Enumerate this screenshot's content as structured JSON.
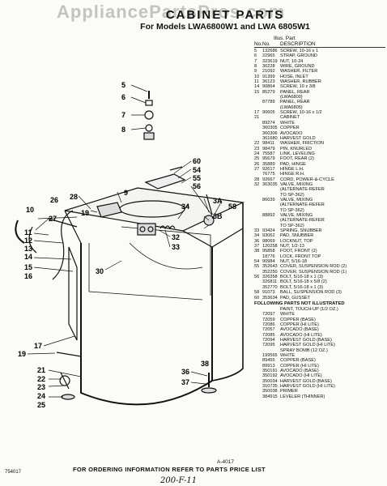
{
  "watermark": "AppliancePartsPros.com",
  "title": {
    "line1": "CABINET PARTS",
    "line2": "For Models LWA6800W1 and LWA 6805W1"
  },
  "table_header": {
    "illus_part": "Illus. Part",
    "no": "No.",
    "no2": "No.",
    "description": "DESCRIPTION"
  },
  "parts": [
    {
      "ref": "5",
      "pno": "132686",
      "desc": "SCREW, 10-16 x 1"
    },
    {
      "ref": "6",
      "pno": "22965",
      "desc": "STRAP, GROUND"
    },
    {
      "ref": "7",
      "pno": "323619",
      "desc": "NUT, 10-24"
    },
    {
      "ref": "8",
      "pno": "36228",
      "desc": "WIRE, GROUND"
    },
    {
      "ref": "9",
      "pno": "21092",
      "desc": "WASHER, FILTER"
    },
    {
      "ref": "10",
      "pno": "91399",
      "desc": "HOSE, INLET"
    },
    {
      "ref": "11",
      "pno": "36123",
      "desc": "WASHER, RUBBER"
    },
    {
      "ref": "14",
      "pno": "90864",
      "desc": "SCREW, 10 x 3/8"
    },
    {
      "ref": "15",
      "pno": "85279",
      "desc": "PANEL, REAR"
    },
    {
      "ref": "",
      "pno": "",
      "desc": "(LWA6800)"
    },
    {
      "ref": "",
      "pno": "87789",
      "desc": "PANEL, REAR"
    },
    {
      "ref": "",
      "pno": "",
      "desc": "(LWA6805)"
    },
    {
      "ref": "17",
      "pno": "90605",
      "desc": "SCREW, 10-16 x 1/2"
    },
    {
      "ref": "21",
      "pno": "",
      "desc": "CABINET"
    },
    {
      "ref": "",
      "pno": "89274",
      "desc": "WHITE"
    },
    {
      "ref": "",
      "pno": "360305",
      "desc": "COPPER"
    },
    {
      "ref": "",
      "pno": "360306",
      "desc": "AVOCADO"
    },
    {
      "ref": "",
      "pno": "361680",
      "desc": "HARVEST GOLD"
    },
    {
      "ref": "22",
      "pno": "98411",
      "desc": "WASHER, FRICTION"
    },
    {
      "ref": "23",
      "pno": "98479",
      "desc": "PIN, KNURLED"
    },
    {
      "ref": "24",
      "pno": "75587",
      "desc": "LINK, LEVELING"
    },
    {
      "ref": "25",
      "pno": "95679",
      "desc": "FOOT, REAR (2)"
    },
    {
      "ref": "26",
      "pno": "35889",
      "desc": "PAD, HINGE"
    },
    {
      "ref": "27",
      "pno": "92617",
      "desc": "HINGE L.H."
    },
    {
      "ref": "",
      "pno": "76775",
      "desc": "HINGE R.H."
    },
    {
      "ref": "28",
      "pno": "92667",
      "desc": "CORD, POWER-&-CYCLE"
    },
    {
      "ref": "32",
      "pno": "363035",
      "desc": "VALVE, MIXING"
    },
    {
      "ref": "",
      "pno": "",
      "desc": "(ALTERNATE-REFER"
    },
    {
      "ref": "",
      "pno": "",
      "desc": "TO SP-362)"
    },
    {
      "ref": "",
      "pno": "86039",
      "desc": "VALVE, MIXING"
    },
    {
      "ref": "",
      "pno": "",
      "desc": "(ALTERNATE-REFER"
    },
    {
      "ref": "",
      "pno": "",
      "desc": "TO SP-362)"
    },
    {
      "ref": "",
      "pno": "88892",
      "desc": "VALVE, MIXING"
    },
    {
      "ref": "",
      "pno": "",
      "desc": "(ALTERNATE-REFER"
    },
    {
      "ref": "",
      "pno": "",
      "desc": "TO SP-362)"
    },
    {
      "ref": "33",
      "pno": "93424",
      "desc": "SPRING, SNUBBER"
    },
    {
      "ref": "34",
      "pno": "93062",
      "desc": "PAD, SNUBBER"
    },
    {
      "ref": "36",
      "pno": "98069",
      "desc": "LOCKNUT, TOP"
    },
    {
      "ref": "37",
      "pno": "120258",
      "desc": "NUT, 1/2-13"
    },
    {
      "ref": "38",
      "pno": "95858",
      "desc": "FOOT, FRONT (2)"
    },
    {
      "ref": "",
      "pno": "18776",
      "desc": "LOCK, FRONT TOP"
    },
    {
      "ref": "54",
      "pno": "90984",
      "desc": "NUT, 5/16-18"
    },
    {
      "ref": "55",
      "pno": "352643",
      "desc": "COVER, SUSPENSION ROD (2)"
    },
    {
      "ref": "",
      "pno": "352250",
      "desc": "COVER, SUSPENSION ROD (1)"
    },
    {
      "ref": "56",
      "pno": "326358",
      "desc": "BOLT, 5/16-18 x 1 (3)"
    },
    {
      "ref": "",
      "pno": "326811",
      "desc": "BOLT, 5/16-18 x 5/8 (2)"
    },
    {
      "ref": "",
      "pno": "352770",
      "desc": "BOLT, 5/16-18 x 1 (3)"
    },
    {
      "ref": "58",
      "pno": "91073",
      "desc": "BALL, SUSPENSION ROD (3)"
    },
    {
      "ref": "60",
      "pno": "353634",
      "desc": "PAD, GUSSET"
    }
  ],
  "not_illustrated": {
    "heading": "FOLLOWING PARTS NOT ILLUSTRATED",
    "items": [
      {
        "pno": "",
        "desc": "PAINT, TOUCH-UP (1/2 OZ.)"
      },
      {
        "pno": "72097",
        "desc": "WHITE"
      },
      {
        "pno": "72059",
        "desc": "COPPER (BASE)"
      },
      {
        "pno": "72086",
        "desc": "COPPER (HI LITE)"
      },
      {
        "pno": "72057",
        "desc": "AVOCADO (BASE)"
      },
      {
        "pno": "72085",
        "desc": "AVOCADO (HI LITE)"
      },
      {
        "pno": "72094",
        "desc": "HARVEST GOLD (BASE)"
      },
      {
        "pno": "72095",
        "desc": "HARVEST GOLD (HI LITE)"
      },
      {
        "pno": "",
        "desc": "SPRAY BOMB (12 OZ.)"
      },
      {
        "pno": "199565",
        "desc": "WHITE"
      },
      {
        "pno": "89455",
        "desc": "COPPER (BASE)"
      },
      {
        "pno": "89913",
        "desc": "COPPER (HI LITE)"
      },
      {
        "pno": "350191",
        "desc": "AVOCADO (BASE)"
      },
      {
        "pno": "350192",
        "desc": "AVOCADO (HI LITE)"
      },
      {
        "pno": "350034",
        "desc": "HARVEST GOLD (BASE)"
      },
      {
        "pno": "310735",
        "desc": "HARVEST GOLD (HI LITE)"
      },
      {
        "pno": "350038",
        "desc": "PRIMER"
      },
      {
        "pno": "384915",
        "desc": "LEVELER (THINNER)"
      }
    ]
  },
  "callouts": {
    "c5": "5",
    "c6": "6",
    "c7": "7",
    "c8": "8",
    "c9": "9",
    "c60": "60",
    "c54": "54",
    "c55": "55",
    "c56": "56",
    "c3a": "3A",
    "c3b": "3B",
    "c34": "34",
    "c58": "58",
    "c28": "28",
    "c26": "26",
    "c10": "10",
    "c27": "27",
    "c19a": "19",
    "c11": "11",
    "c12": "12",
    "c13": "13",
    "c14": "14",
    "c32": "32",
    "c33": "33",
    "c15": "15",
    "c16": "16",
    "c30": "30",
    "c17": "17",
    "c19b": "19",
    "c21": "21",
    "c22": "22",
    "c23": "23",
    "c24": "24",
    "c25": "25",
    "c36": "36",
    "c37": "37",
    "c38": "38"
  },
  "figure_label": "A-4017",
  "footer": "FOR ORDERING INFORMATION REFER TO PARTS PRICE LIST",
  "page_code": "754017",
  "handwritten": "200-F-11"
}
